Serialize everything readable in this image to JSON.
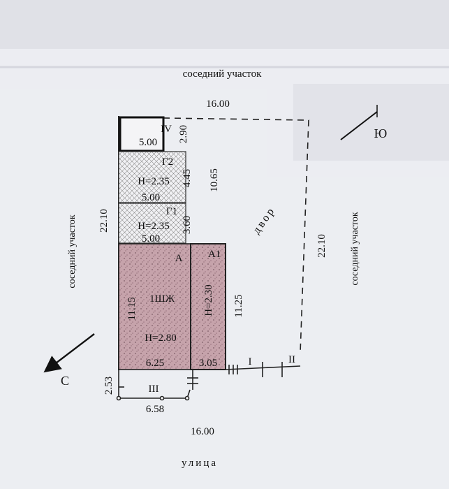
{
  "plan": {
    "neighbor_top": "соседний участок",
    "neighbor_left": "соседний участок",
    "neighbor_right": "соседний участок",
    "street": "улица",
    "yard": "двор",
    "top_width": "16.00",
    "bottom_width": "16.00",
    "left_depth": "22.10",
    "right_depth": "22.10",
    "compass_north": "С",
    "compass_south": "Ю"
  },
  "rooms": {
    "iv": {
      "label": "IV",
      "width": "5.00",
      "depth": "2.90"
    },
    "g2": {
      "label": "Г2",
      "height": "Н=2.35",
      "width": "5.00",
      "depth": "4.45"
    },
    "g1": {
      "label": "Г1",
      "height": "Н=2.35",
      "width": "5.00",
      "depth": "3.60"
    },
    "a": {
      "label": "А",
      "type": "1ШЖ",
      "height": "Н=2.80",
      "width": "6.25",
      "depth": "11.15"
    },
    "a1": {
      "label": "А1",
      "height": "Н=2.30",
      "width": "3.05",
      "depth": "11.25"
    },
    "outbuildings_depth": "10.65"
  },
  "fence": {
    "gate_1": "I",
    "gate_2": "II",
    "gate_3": "III",
    "front_width": "6.58",
    "front_depth": "2.53"
  }
}
